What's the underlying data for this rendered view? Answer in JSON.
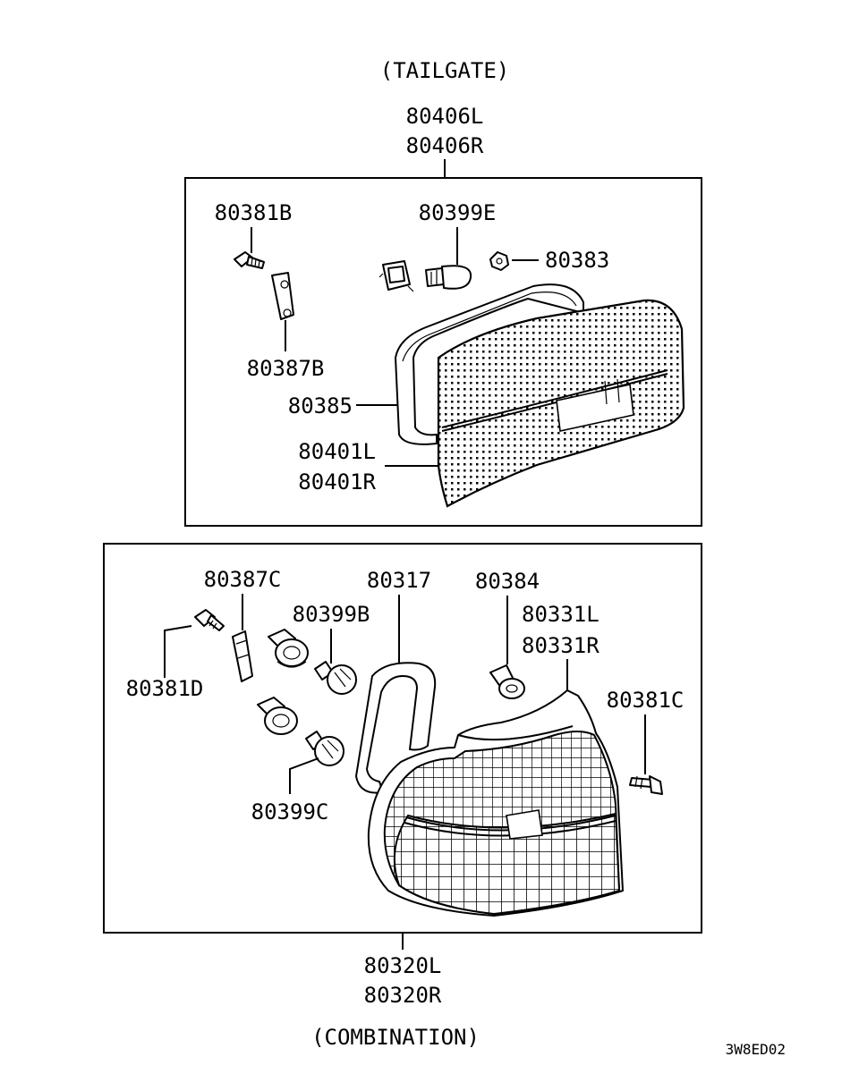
{
  "captions": {
    "top": "(TAILGATE)",
    "bottom": "(COMBINATION)",
    "code": "3W8ED02"
  },
  "top_assembly": {
    "part_l": "80406L",
    "part_r": "80406R",
    "labels": {
      "p80381B": "80381B",
      "p80399E": "80399E",
      "p80383": "80383",
      "p80387B": "80387B",
      "p80385": "80385",
      "p80401L": "80401L",
      "p80401R": "80401R"
    }
  },
  "bottom_assembly": {
    "part_l": "80320L",
    "part_r": "80320R",
    "labels": {
      "p80387C": "80387C",
      "p80317": "80317",
      "p80384": "80384",
      "p80399B": "80399B",
      "p80331L": "80331L",
      "p80331R": "80331R",
      "p80381C": "80381C",
      "p80381D": "80381D",
      "p80399C": "80399C"
    }
  }
}
